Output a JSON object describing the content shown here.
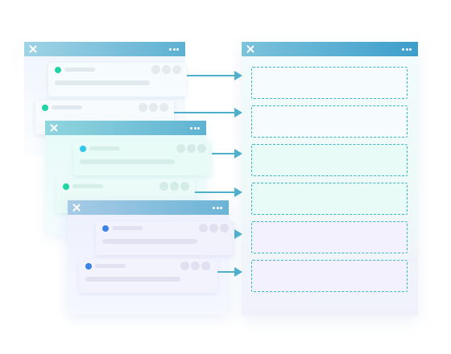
{
  "colors": {
    "titlebar_gradient_start": "#8ccbe0",
    "titlebar_gradient_end": "#4aa5c8",
    "arrow": "#4fb0cc",
    "slot_border": "#3bb5c6",
    "dot_green": "#22d3a4",
    "dot_cyan": "#2ec8ee",
    "dot_blue": "#3a84e8"
  },
  "icons": {
    "close": "close-icon",
    "more": "more-dots-icon"
  },
  "source_windows": [
    {
      "name": "window-1",
      "card_dot_color": "dot_green"
    },
    {
      "name": "window-2",
      "card_dot_color": "dot_cyan"
    },
    {
      "name": "window-3",
      "card_dot_color": "dot_blue"
    }
  ],
  "target_window": {
    "slot_count": 6
  }
}
